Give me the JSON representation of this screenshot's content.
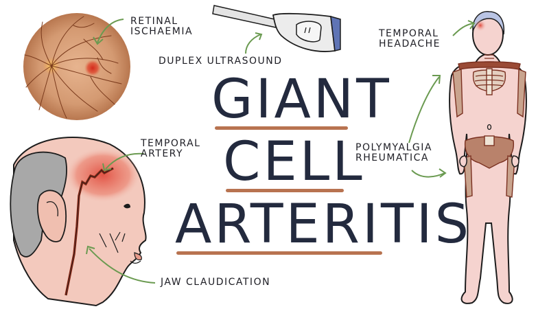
{
  "title": {
    "lines": [
      "GIANT",
      "CELL",
      "ARTERITIS"
    ],
    "text_color": "#232a3e",
    "underline_color": "#b87350"
  },
  "labels": {
    "retinal_ischaemia": [
      "RETINAL",
      "ISCHAEMIA"
    ],
    "duplex_ultrasound": "DUPLEX ULTRASOUND",
    "temporal_headache": [
      "TEMPORAL",
      "HEADACHE"
    ],
    "temporal_artery": [
      "TEMPORAL",
      "ARTERY"
    ],
    "polymyalgia_rheumatica": [
      "POLYMYALGIA",
      "RHEUMATICA"
    ],
    "jaw_claudication": "JAW CLAUDICATION"
  },
  "colors": {
    "arrow": "#6a9a50",
    "retina": "#c98a63",
    "retina_edge": "#b0734e",
    "skin": "#f3c9bd",
    "body_skin": "#f5d3cf",
    "inflammation": "#e0483a",
    "hair": "#a8a8a8",
    "probe_tip": "#5f74b5",
    "outline": "#1c1c1c"
  },
  "illustrations": [
    "retina-fundus",
    "ultrasound-probe",
    "elderly-head-profile",
    "human-body-skeleton"
  ]
}
